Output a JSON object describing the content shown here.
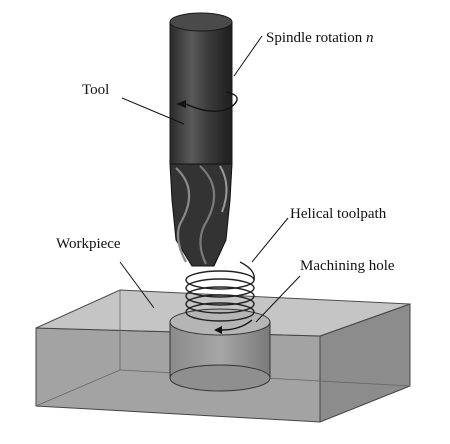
{
  "diagram": {
    "labels": {
      "spindle": "Spindle rotation ",
      "spindle_symbol": "n",
      "tool": "Tool",
      "helical": "Helical toolpath",
      "workpiece": "Workpiece",
      "hole": "Machining hole"
    },
    "colors": {
      "tool_body": "#3a3a3a",
      "tool_highlight": "#6e6e6e",
      "block_fill": "#9a9a9a",
      "block_top": "#bdbdbd",
      "hole_fill": "#7f7f7f",
      "lines": "#111111"
    }
  }
}
